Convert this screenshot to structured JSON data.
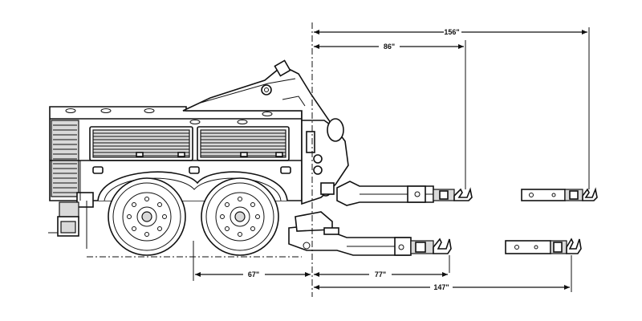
{
  "dimensions": {
    "top_overall": "156\"",
    "top_inner": "86\"",
    "bottom_left": "67\"",
    "bottom_mid": "77\"",
    "bottom_overall": "147\""
  },
  "colors": {
    "line": "#111111",
    "background": "#ffffff"
  }
}
